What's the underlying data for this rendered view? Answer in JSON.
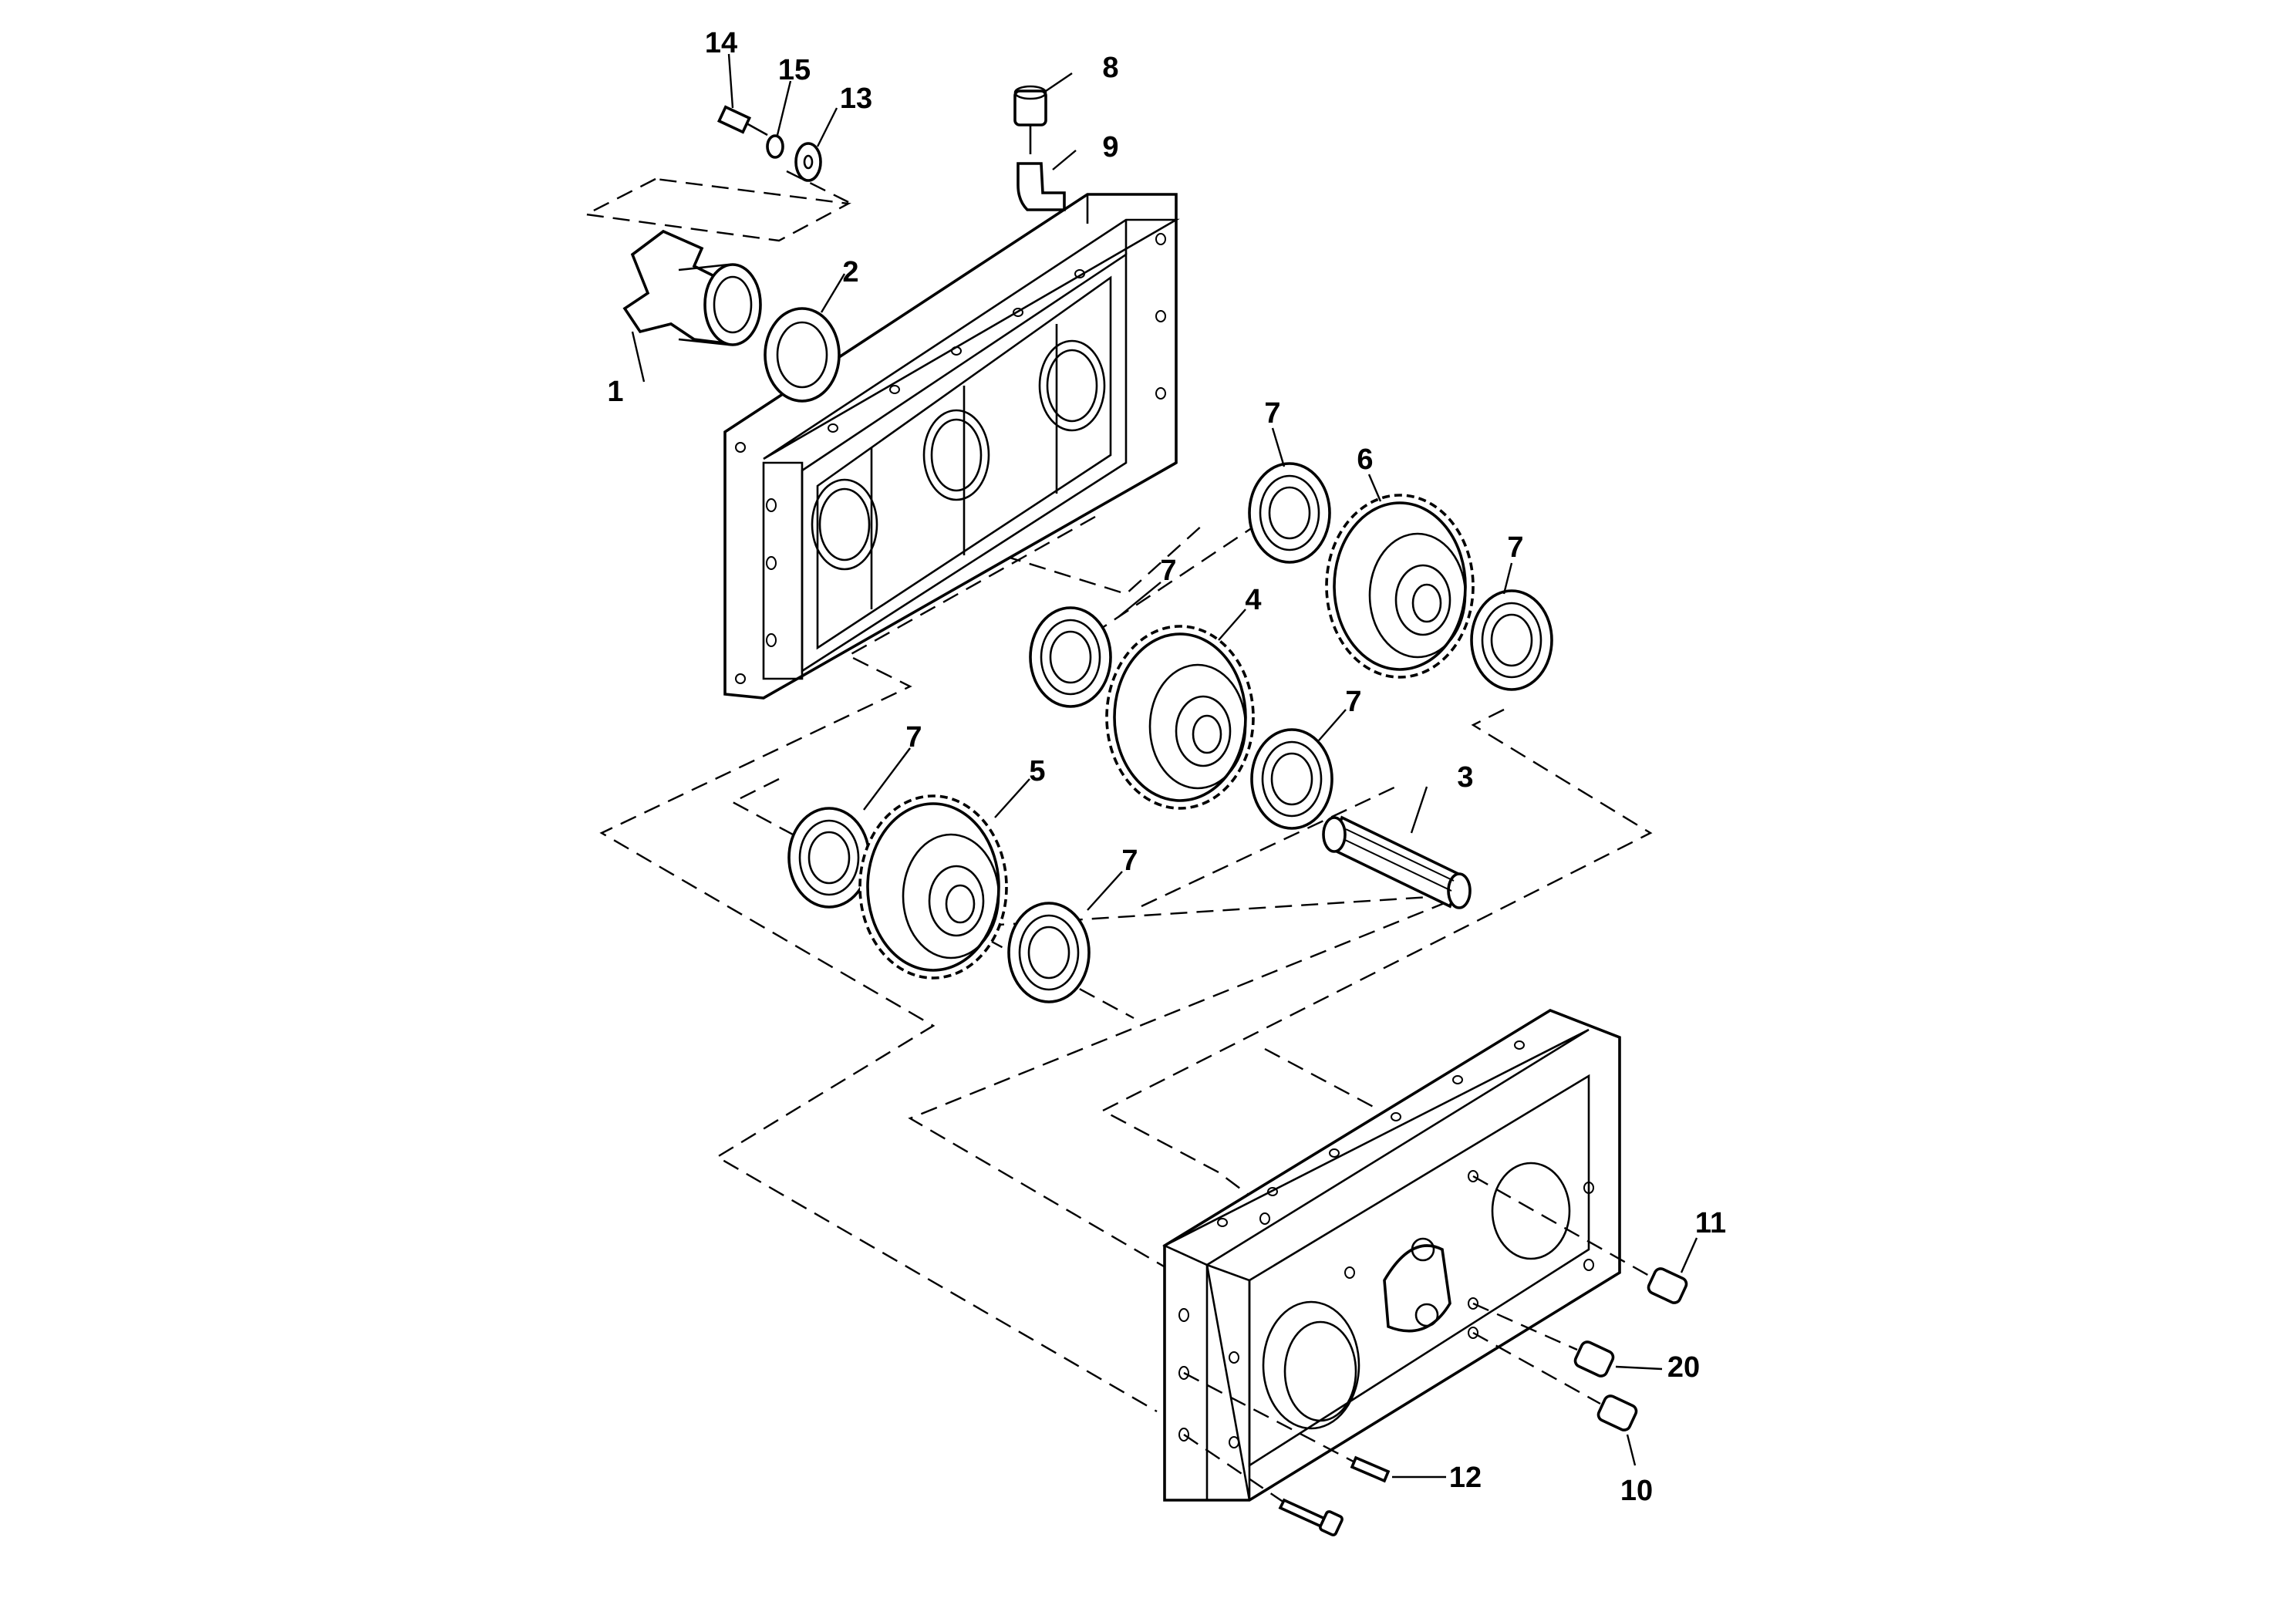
{
  "diagram": {
    "callouts": [
      {
        "id": "c1",
        "label": "1"
      },
      {
        "id": "c2",
        "label": "2"
      },
      {
        "id": "c3",
        "label": "3"
      },
      {
        "id": "c4",
        "label": "4"
      },
      {
        "id": "c5",
        "label": "5"
      },
      {
        "id": "c6",
        "label": "6"
      },
      {
        "id": "c7a",
        "label": "7"
      },
      {
        "id": "c7b",
        "label": "7"
      },
      {
        "id": "c7c",
        "label": "7"
      },
      {
        "id": "c7d",
        "label": "7"
      },
      {
        "id": "c7e",
        "label": "7"
      },
      {
        "id": "c7f",
        "label": "7"
      },
      {
        "id": "c8",
        "label": "8"
      },
      {
        "id": "c9",
        "label": "9"
      },
      {
        "id": "c10",
        "label": "10"
      },
      {
        "id": "c11",
        "label": "11"
      },
      {
        "id": "c12",
        "label": "12"
      },
      {
        "id": "c13",
        "label": "13"
      },
      {
        "id": "c14",
        "label": "14"
      },
      {
        "id": "c15",
        "label": "15"
      },
      {
        "id": "c20",
        "label": "20"
      }
    ]
  }
}
